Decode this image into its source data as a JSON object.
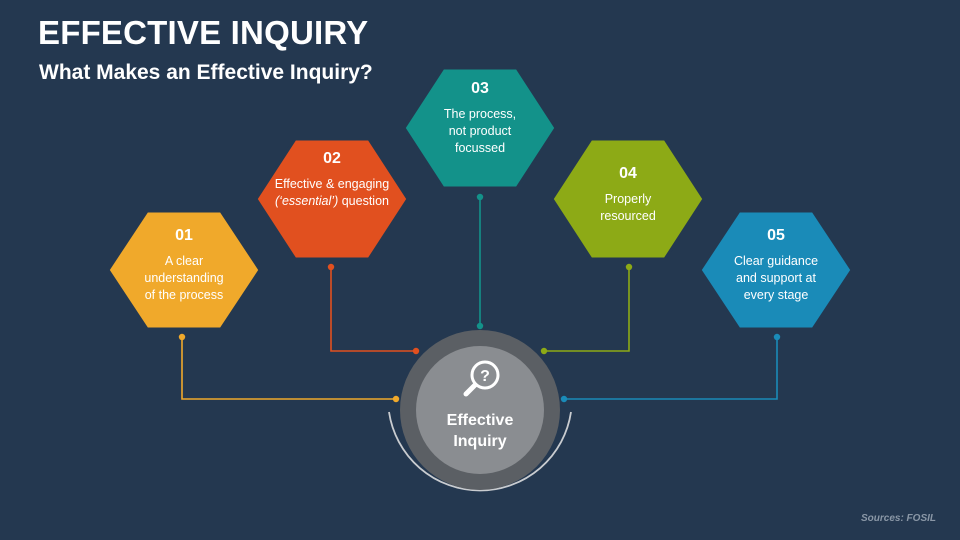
{
  "title": "EFFECTIVE INQUIRY",
  "subtitle": "What Makes an Effective Inquiry?",
  "center": {
    "line1": "Effective",
    "line2": "Inquiry",
    "icon": "magnifier-question-icon"
  },
  "items": [
    {
      "number": "01",
      "lines": [
        "A clear",
        "understanding",
        "of the process"
      ],
      "color": "#F0A92B"
    },
    {
      "number": "02",
      "lines": [
        "Effective & engaging"
      ],
      "italic": "(‘essential’)",
      "tail": " question",
      "color": "#E1501F"
    },
    {
      "number": "03",
      "lines": [
        "The process,",
        "not product",
        "focussed"
      ],
      "color": "#13928A"
    },
    {
      "number": "04",
      "lines": [
        "Properly",
        "resourced"
      ],
      "color": "#8DAA16"
    },
    {
      "number": "05",
      "lines": [
        "Clear guidance",
        "and support at",
        "every stage"
      ],
      "color": "#1A8BB8"
    }
  ],
  "source": "Sources: FOSIL"
}
